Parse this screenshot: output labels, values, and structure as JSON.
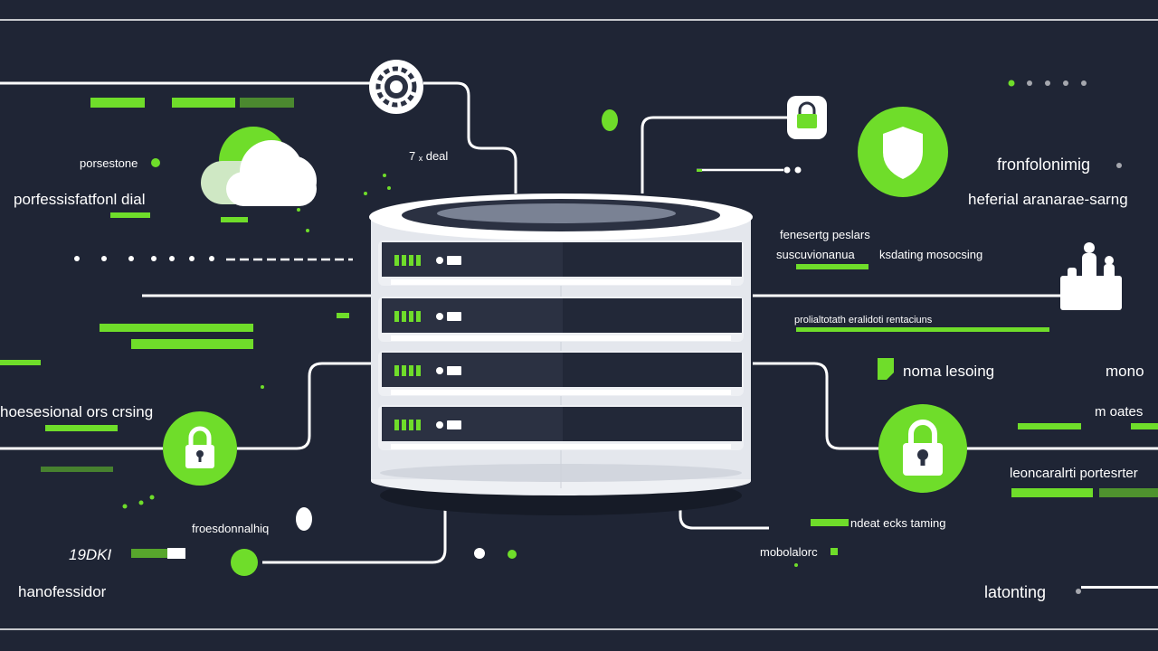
{
  "colors": {
    "background": "#1f2535",
    "accent_green": "#6fdd2a",
    "line_white": "#ffffff",
    "server_dark": "#2b3142",
    "server_light": "#eef0f4"
  },
  "icons": [
    "gear-icon",
    "cloud-icon",
    "padlock-icon",
    "shield-icon",
    "server-database-icon",
    "factory-icon",
    "flag-icon"
  ],
  "labels": {
    "l1": "porsestone",
    "l2": "porfessisfatfonl dial",
    "l3": "7 ₓ deal",
    "l4": "hoesesional ors crsing",
    "l5": "froesdonnalhiq",
    "l6": "19DKI",
    "l7": "hanofessidor",
    "l8": "fronfolonimig",
    "l9": "heferial aranarae-sarng",
    "l10": "fenesertg peslars",
    "l11": "suscuvionanua",
    "l12": "ksdating mosocsing",
    "l13": "prolialtotath eralidoti rentaciuns",
    "l14": "noma lesoing",
    "l15": "mono",
    "l16": "m oates",
    "l17": "leoncaralrti portesrter",
    "l18": "ndeat ecks taming",
    "l19": "mobolalorc",
    "l20": "latonting"
  }
}
